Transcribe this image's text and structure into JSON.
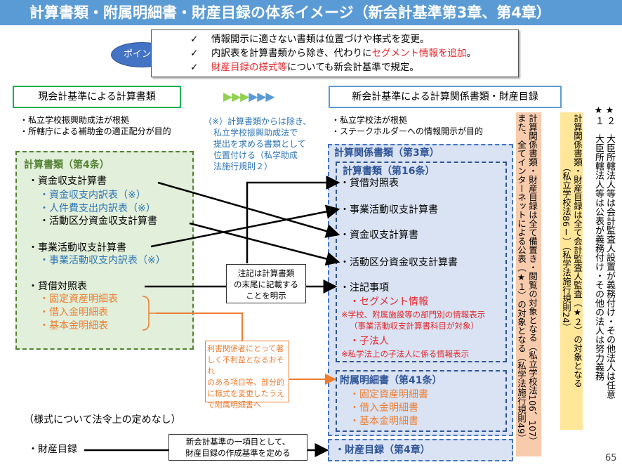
{
  "header": {
    "title": "計算書類・附属明細書・財産目録の体系イメージ（新会計基準第3章、第4章）"
  },
  "point": {
    "label": "ポイント",
    "check": "✓",
    "items": [
      {
        "parts": [
          {
            "t": "情報開示に適さない書類は位置づけや様式を変更。",
            "c": ""
          }
        ]
      },
      {
        "parts": [
          {
            "t": "内訳表を計算書類から除き、代わりに",
            "c": ""
          },
          {
            "t": "セグメント情報を追加",
            "c": "red"
          },
          {
            "t": "。",
            "c": ""
          }
        ]
      },
      {
        "parts": [
          {
            "t": "財産目録の様式等",
            "c": "red"
          },
          {
            "t": "についても新会計基準で規定。",
            "c": ""
          }
        ]
      }
    ]
  },
  "left": {
    "heading": "現会計基準による計算書類",
    "notes": [
      "・私立学校振興助成法が根拠",
      "・所轄庁による補助金の適正配分が目的"
    ],
    "box_title": "計算書類（第4条）",
    "items": [
      "・資金収支計算書",
      "・資金収支内訳表（※）",
      "・人件費支出内訳表（※）",
      "・活動区分資金収支計算書",
      "・事業活動収支計算書",
      "・事業活動収支内訳表（※）",
      "・貸借対照表",
      "・固定資産明細表",
      "・借入金明細表",
      "・基本金明細表"
    ],
    "no_format": "（様式について法令上の定めなし）",
    "zaisan": "・財産目録"
  },
  "arrows": "▶▶▶▶▶▶",
  "footnote": [
    "（※）計算書類からは除き、",
    "私立学校振興助成法で",
    "提出を求める書類として",
    "位置付ける（私学助成",
    "法施行規則２）"
  ],
  "right": {
    "heading": "新会計基準による計算関係書類・財産目録",
    "notes": [
      "・私立学校法が根拠",
      "・ステークホルダーへの情報開示が目的"
    ],
    "outer_title": "計算関係書類（第3章）",
    "inner_title": "計算書類（第16条）",
    "items": [
      "・貸借対照表",
      "・事業活動収支計算書",
      "・資金収支計算書",
      "・活動区分資金収支計算書",
      "・注記事項"
    ],
    "segment": "・セグメント情報",
    "segment_note": [
      "※学校、附属施設等の部門別の情報表示",
      "（事業活動収支計算書科目が対象）"
    ],
    "child": "・子法人",
    "child_note": "※私学法上の子法人に係る情報表示",
    "fuzoku_title": "附属明細書（第41条）",
    "fuzoku_items": [
      "・固定資産明細書",
      "・借入金明細書",
      "・基本金明細書"
    ],
    "zaisan_title": "・財産目録（第4章）"
  },
  "center_note": [
    "注記は計算書類",
    "の末尾に記載する",
    "ことを明示"
  ],
  "orange_note": [
    "利害関係者にとって著",
    "しく不利益となるおそれ",
    "のある項目等、部分的",
    "に様式を変更したうえ",
    "で附属明細書へ"
  ],
  "bottom_note": [
    "新会計基準の一項目として、",
    "財産目録の作成基準を定める"
  ],
  "side": {
    "orange": [
      "計算関係書類・財産目録は全て備置き・閲覧の対象となる（私立学校法106、107）",
      "また、全てインターネットによる公表（★１）の対象となる（私学法施行規則49）"
    ],
    "yellow": [
      "計算関係書類・財産目録は全て会計監査人監査（★２）の対象となる",
      "（私立学校法86Ⅰ）（私学法施行規則24）"
    ],
    "stars": [
      "★２　大臣所轄法人等は会計監査人設置が義務付け・その他法人は任意",
      "★１　大臣所轄法人等は公表が義務付け・その他の法人は努力義務"
    ]
  },
  "page_number": "65"
}
